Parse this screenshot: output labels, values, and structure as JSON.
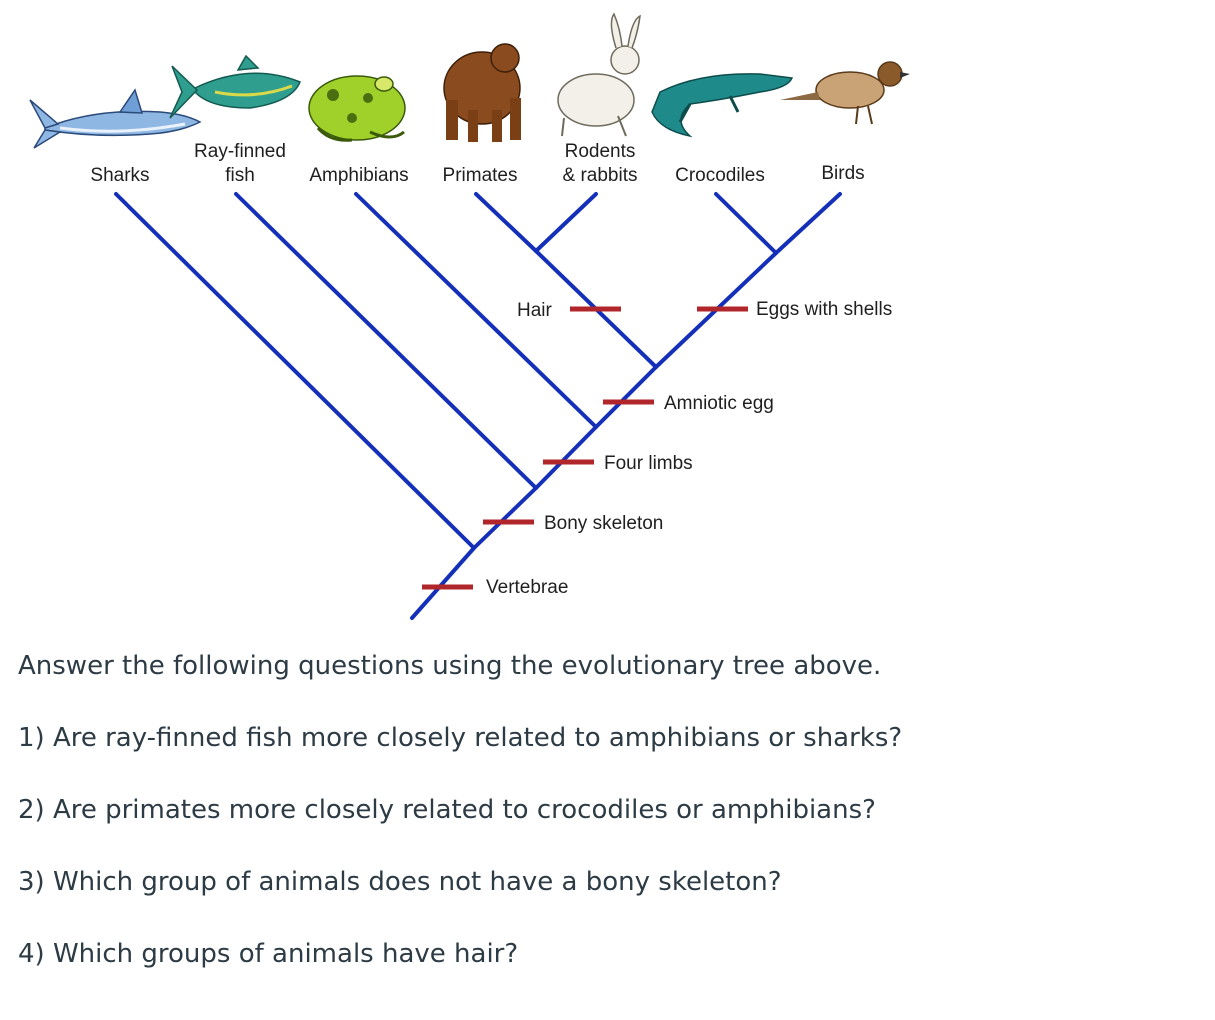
{
  "taxa": [
    {
      "name": "sharks",
      "lines": [
        "Sharks"
      ]
    },
    {
      "name": "ray-finned-fish",
      "lines": [
        "Ray-finned",
        "fish"
      ]
    },
    {
      "name": "amphibians",
      "lines": [
        "Amphibians"
      ]
    },
    {
      "name": "primates",
      "lines": [
        "Primates"
      ]
    },
    {
      "name": "rodents-rabbits",
      "lines": [
        "Rodents",
        "& rabbits"
      ]
    },
    {
      "name": "crocodiles",
      "lines": [
        "Crocodiles"
      ]
    },
    {
      "name": "birds",
      "lines": [
        "Birds"
      ]
    }
  ],
  "traits": {
    "hair": "Hair",
    "eggs_with_shells": "Eggs with shells",
    "amniotic_egg": "Amniotic egg",
    "four_limbs": "Four limbs",
    "bony_skeleton": "Bony skeleton",
    "vertebrae": "Vertebrae"
  },
  "colors": {
    "branch": "#1530b8",
    "trait_bar": "#b0262a"
  },
  "intro": "Answer the following questions using the evolutionary tree above.",
  "questions": [
    "1) Are ray-finned fish more closely related to amphibians or sharks?",
    "2) Are primates more closely related to crocodiles or amphibians?",
    "3) Which group of animals does not have a bony skeleton?",
    "4) Which groups of animals have hair?"
  ]
}
